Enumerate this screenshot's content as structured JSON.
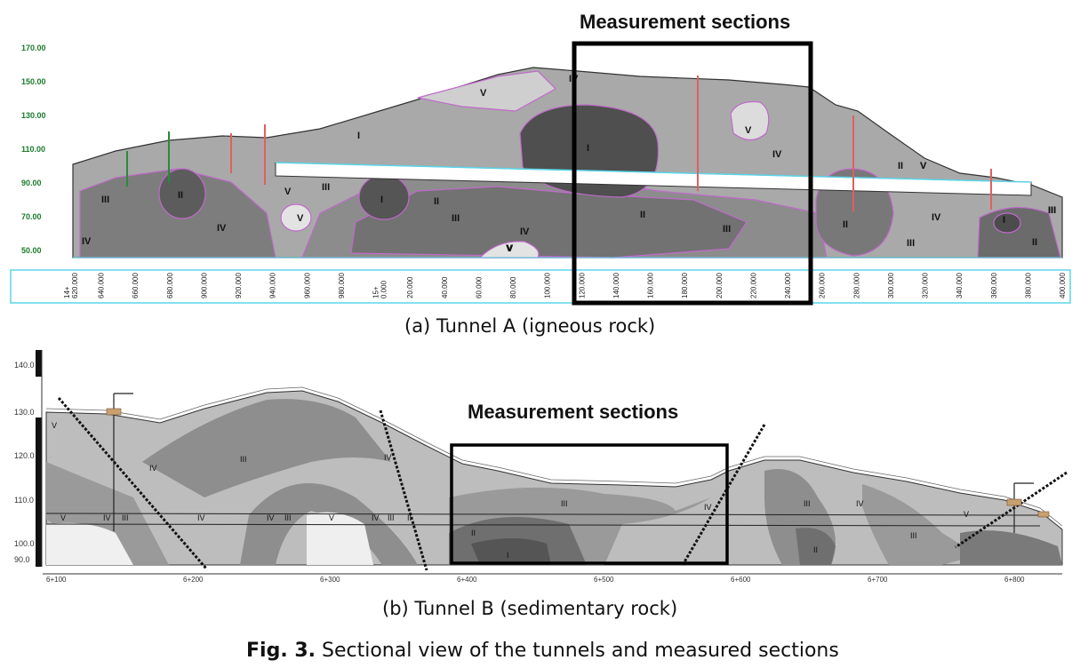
{
  "tunnel_a": {
    "annotation": "Measurement sections",
    "caption": "(a) Tunnel A (igneous rock)",
    "elevations": [
      "170.00",
      "150.00",
      "130.00",
      "110.00",
      "90.00",
      "70.00",
      "50.00"
    ],
    "stations": [
      "14+\n620.000",
      "640.000",
      "660.000",
      "680.000",
      "900.000",
      "920.000",
      "940.000",
      "960.000",
      "980.000",
      "15+\n0.000",
      "20.000",
      "40.000",
      "60.000",
      "80.000",
      "100.000",
      "120.000",
      "140.000",
      "160.000",
      "180.000",
      "200.000",
      "220.000",
      "240.000",
      "260.000",
      "280.000",
      "300.000",
      "320.000",
      "340.000",
      "360.000",
      "380.000",
      "400.000"
    ],
    "rock_classes": [
      "V",
      "IV",
      "I",
      "V",
      "III",
      "II",
      "IV",
      "V",
      "III",
      "II",
      "III",
      "I",
      "IV",
      "II",
      "III",
      "I",
      "II",
      "IV",
      "V",
      "II",
      "III",
      "IV",
      "V",
      "I",
      "II",
      "III",
      "V",
      "V",
      "IV",
      "V",
      "III"
    ]
  },
  "tunnel_b": {
    "annotation": "Measurement sections",
    "caption": "(b) Tunnel B (sedimentary rock)",
    "elevations": [
      "140.0",
      "130.0",
      "120.0",
      "110.0",
      "100.0",
      "90.0"
    ],
    "stations": [
      "6+100",
      "6+200",
      "6+300",
      "6+400",
      "6+500",
      "6+600",
      "6+700",
      "6+800"
    ],
    "rock_classes": [
      "V",
      "IV",
      "III",
      "IV",
      "V",
      "IV",
      "III",
      "IV",
      "V",
      "IV",
      "III",
      "IV",
      "III",
      "II",
      "I",
      "III",
      "IV",
      "V",
      "III",
      "IV",
      "II",
      "III",
      "II"
    ]
  },
  "figure_caption": {
    "label": "Fig. 3.",
    "text": " Sectional view of the tunnels and measured sections"
  }
}
